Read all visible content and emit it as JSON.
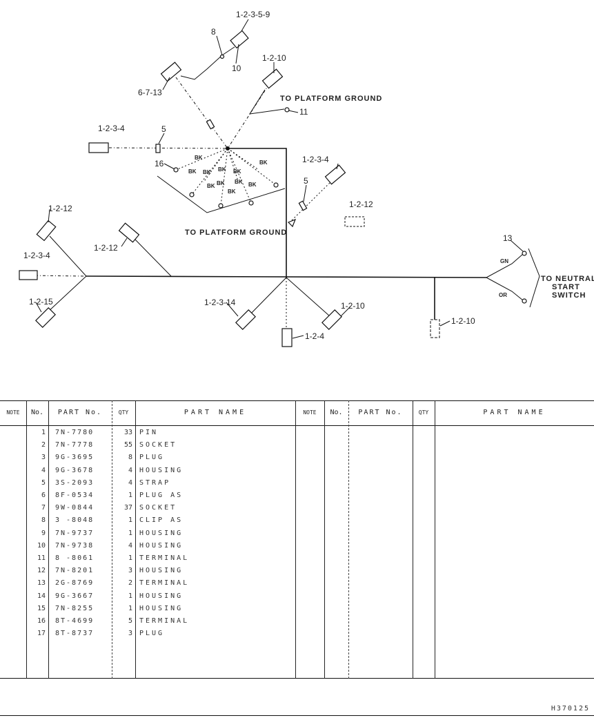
{
  "diagram": {
    "callouts": {
      "c_12359": "1-2-3-5-9",
      "c_8": "8",
      "c_10": "10",
      "c_6713": "6-7-13",
      "c_1210_top": "1-2-10",
      "c_11": "11",
      "c_1234_left": "1-2-3-4",
      "c_5_left": "5",
      "c_16": "16",
      "c_1234_right": "1-2-3-4",
      "c_5_right": "5",
      "c_1212_right": "1-2-12",
      "c_1212_a": "1-2-12",
      "c_1212_b": "1-2-12",
      "c_1234_far": "1-2-3-4",
      "c_1215": "1-2-15",
      "c_12314": "1-2-3-14",
      "c_124": "1-2-4",
      "c_1210_mid": "1-2-10",
      "c_1210_right": "1-2-10",
      "c_13": "13"
    },
    "captions": {
      "platform_ground_top": "TO PLATFORM GROUND",
      "platform_ground_mid": "TO PLATFORM GROUND",
      "neutral_1": "TO NEUTRAL",
      "neutral_2": "START",
      "neutral_3": "SWITCH"
    },
    "wire_colors": {
      "bk": "BK",
      "gn": "GN",
      "or": "OR"
    }
  },
  "table": {
    "headers": {
      "note": "NOTE",
      "no": "No.",
      "part_no": "PART No.",
      "qty": "QTY",
      "part_name": "PART NAME"
    },
    "rows": [
      {
        "no": "1",
        "part": "7N-7780",
        "qty": "33",
        "name": "PIN"
      },
      {
        "no": "2",
        "part": "7N-7778",
        "qty": "55",
        "name": "SOCKET"
      },
      {
        "no": "3",
        "part": "9G-3695",
        "qty": "8",
        "name": "PLUG"
      },
      {
        "no": "4",
        "part": "9G-3678",
        "qty": "4",
        "name": "HOUSING"
      },
      {
        "no": "5",
        "part": "3S-2093",
        "qty": "4",
        "name": "STRAP"
      },
      {
        "no": "6",
        "part": "8F-0534",
        "qty": "1",
        "name": "PLUG AS"
      },
      {
        "no": "7",
        "part": "9W-0844",
        "qty": "37",
        "name": "SOCKET"
      },
      {
        "no": "8",
        "part": "3 -8048",
        "qty": "1",
        "name": "CLIP AS"
      },
      {
        "no": "9",
        "part": "7N-9737",
        "qty": "1",
        "name": "HOUSING"
      },
      {
        "no": "10",
        "part": "7N-9738",
        "qty": "4",
        "name": "HOUSING"
      },
      {
        "no": "11",
        "part": "8 -8061",
        "qty": "1",
        "name": "TERMINAL"
      },
      {
        "no": "12",
        "part": "7N-8201",
        "qty": "3",
        "name": "HOUSING"
      },
      {
        "no": "13",
        "part": "2G-8769",
        "qty": "2",
        "name": "TERMINAL"
      },
      {
        "no": "14",
        "part": "9G-3667",
        "qty": "1",
        "name": "HOUSING"
      },
      {
        "no": "15",
        "part": "7N-8255",
        "qty": "1",
        "name": "HOUSING"
      },
      {
        "no": "16",
        "part": "8T-4699",
        "qty": "5",
        "name": "TERMINAL"
      },
      {
        "no": "17",
        "part": "8T-8737",
        "qty": "3",
        "name": "PLUG"
      }
    ]
  },
  "document_code": "H370125"
}
